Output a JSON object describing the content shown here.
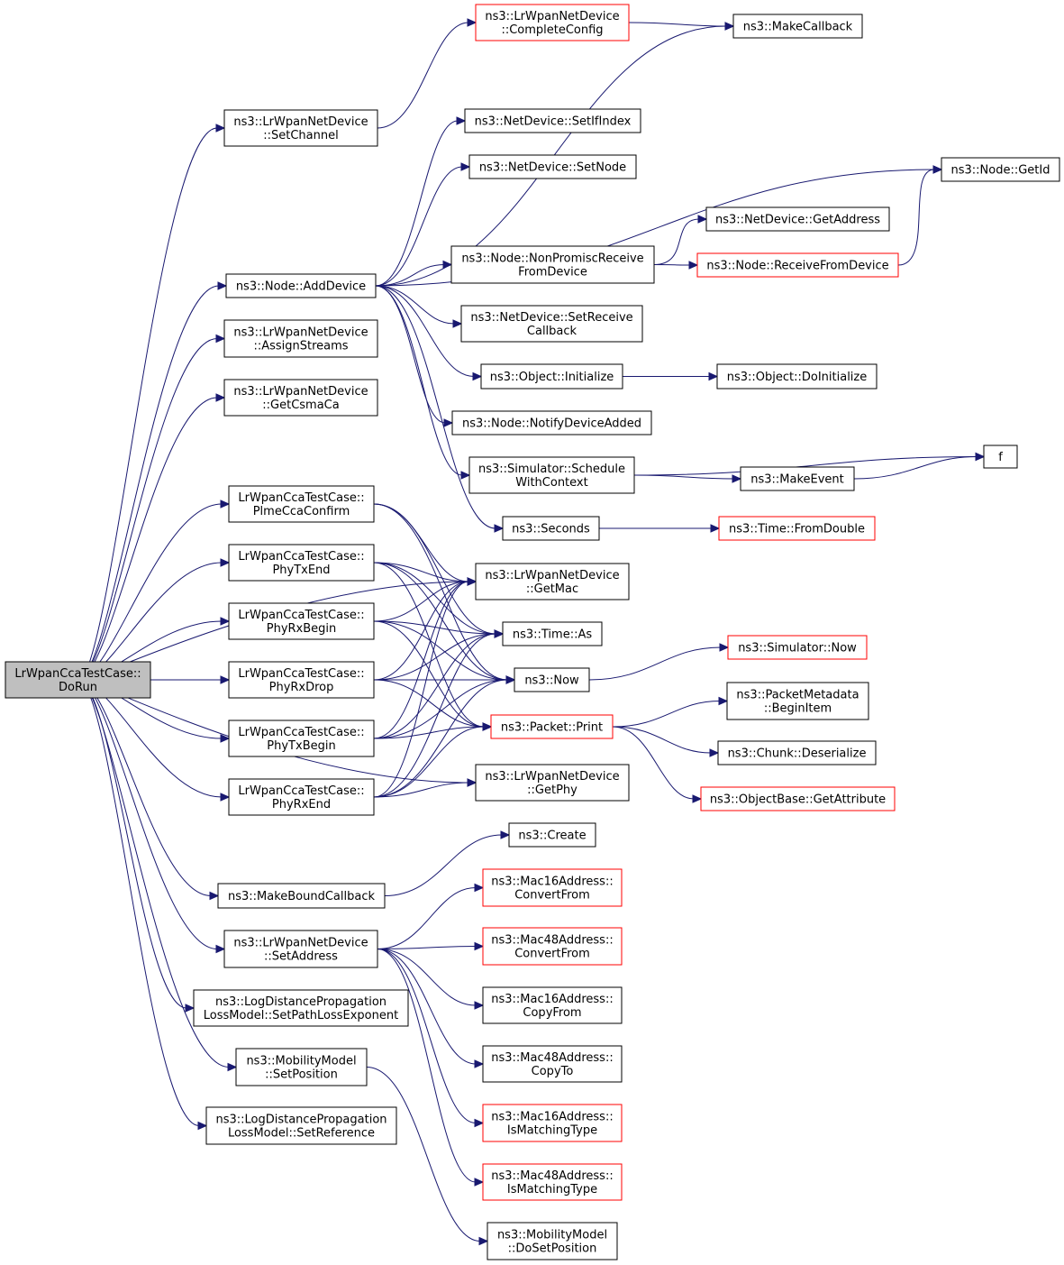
{
  "colors": {
    "edge": "#191970",
    "node_border": "#000000",
    "node_border_red": "#ff0000",
    "root_fill": "#bfbfbf",
    "background": "#ffffff"
  },
  "nodes": {
    "root": {
      "lines": [
        "LrWpanCcaTestCase::",
        "DoRun"
      ],
      "style": "root"
    },
    "setChannel": {
      "lines": [
        "ns3::LrWpanNetDevice",
        "::SetChannel"
      ],
      "style": "normal"
    },
    "completeConfig": {
      "lines": [
        "ns3::LrWpanNetDevice",
        "::CompleteConfig"
      ],
      "style": "red"
    },
    "makeCallback": {
      "lines": [
        "ns3::MakeCallback"
      ],
      "style": "normal"
    },
    "setIfIndex": {
      "lines": [
        "ns3::NetDevice::SetIfIndex"
      ],
      "style": "normal"
    },
    "setNode": {
      "lines": [
        "ns3::NetDevice::SetNode"
      ],
      "style": "normal"
    },
    "nodeGetId": {
      "lines": [
        "ns3::Node::GetId"
      ],
      "style": "normal"
    },
    "getAddress": {
      "lines": [
        "ns3::NetDevice::GetAddress"
      ],
      "style": "normal"
    },
    "nonPromisc": {
      "lines": [
        "ns3::Node::NonPromiscReceive",
        "FromDevice"
      ],
      "style": "normal"
    },
    "receiveFromDevice": {
      "lines": [
        "ns3::Node::ReceiveFromDevice"
      ],
      "style": "red"
    },
    "addDevice": {
      "lines": [
        "ns3::Node::AddDevice"
      ],
      "style": "normal"
    },
    "setReceiveCallback": {
      "lines": [
        "ns3::NetDevice::SetReceive",
        "Callback"
      ],
      "style": "normal"
    },
    "assignStreams": {
      "lines": [
        "ns3::LrWpanNetDevice",
        "::AssignStreams"
      ],
      "style": "normal"
    },
    "objInitialize": {
      "lines": [
        "ns3::Object::Initialize"
      ],
      "style": "normal"
    },
    "objDoInitialize": {
      "lines": [
        "ns3::Object::DoInitialize"
      ],
      "style": "normal"
    },
    "getCsmaCa": {
      "lines": [
        "ns3::LrWpanNetDevice",
        "::GetCsmaCa"
      ],
      "style": "normal"
    },
    "notifyDeviceAdded": {
      "lines": [
        "ns3::Node::NotifyDeviceAdded"
      ],
      "style": "normal"
    },
    "scheduleWithContext": {
      "lines": [
        "ns3::Simulator::Schedule",
        "WithContext"
      ],
      "style": "normal"
    },
    "f": {
      "lines": [
        "f"
      ],
      "style": "normal"
    },
    "makeEvent": {
      "lines": [
        "ns3::MakeEvent"
      ],
      "style": "normal"
    },
    "plmeCcaConfirm": {
      "lines": [
        "LrWpanCcaTestCase::",
        "PlmeCcaConfirm"
      ],
      "style": "normal"
    },
    "seconds": {
      "lines": [
        "ns3::Seconds"
      ],
      "style": "normal"
    },
    "fromDouble": {
      "lines": [
        "ns3::Time::FromDouble"
      ],
      "style": "red"
    },
    "phyTxEnd": {
      "lines": [
        "LrWpanCcaTestCase::",
        "PhyTxEnd"
      ],
      "style": "normal"
    },
    "getMac": {
      "lines": [
        "ns3::LrWpanNetDevice",
        "::GetMac"
      ],
      "style": "normal"
    },
    "phyRxBegin": {
      "lines": [
        "LrWpanCcaTestCase::",
        "PhyRxBegin"
      ],
      "style": "normal"
    },
    "timeAs": {
      "lines": [
        "ns3::Time::As"
      ],
      "style": "normal"
    },
    "simNow": {
      "lines": [
        "ns3::Simulator::Now"
      ],
      "style": "red"
    },
    "phyRxDrop": {
      "lines": [
        "LrWpanCcaTestCase::",
        "PhyRxDrop"
      ],
      "style": "normal"
    },
    "now": {
      "lines": [
        "ns3::Now"
      ],
      "style": "normal"
    },
    "beginItem": {
      "lines": [
        "ns3::PacketMetadata",
        "::BeginItem"
      ],
      "style": "normal"
    },
    "phyTxBegin": {
      "lines": [
        "LrWpanCcaTestCase::",
        "PhyTxBegin"
      ],
      "style": "normal"
    },
    "packetPrint": {
      "lines": [
        "ns3::Packet::Print"
      ],
      "style": "red"
    },
    "chunkDeserialize": {
      "lines": [
        "ns3::Chunk::Deserialize"
      ],
      "style": "normal"
    },
    "phyRxEnd": {
      "lines": [
        "LrWpanCcaTestCase::",
        "PhyRxEnd"
      ],
      "style": "normal"
    },
    "getPhy": {
      "lines": [
        "ns3::LrWpanNetDevice",
        "::GetPhy"
      ],
      "style": "normal"
    },
    "getAttribute": {
      "lines": [
        "ns3::ObjectBase::GetAttribute"
      ],
      "style": "red"
    },
    "create": {
      "lines": [
        "ns3::Create"
      ],
      "style": "normal"
    },
    "makeBoundCallback": {
      "lines": [
        "ns3::MakeBoundCallback"
      ],
      "style": "normal"
    },
    "mac16ConvertFrom": {
      "lines": [
        "ns3::Mac16Address::",
        "ConvertFrom"
      ],
      "style": "red"
    },
    "setAddress": {
      "lines": [
        "ns3::LrWpanNetDevice",
        "::SetAddress"
      ],
      "style": "normal"
    },
    "mac48ConvertFrom": {
      "lines": [
        "ns3::Mac48Address::",
        "ConvertFrom"
      ],
      "style": "red"
    },
    "mac16CopyFrom": {
      "lines": [
        "ns3::Mac16Address::",
        "CopyFrom"
      ],
      "style": "normal"
    },
    "setPathLossExponent": {
      "lines": [
        "ns3::LogDistancePropagation",
        "LossModel::SetPathLossExponent"
      ],
      "style": "normal"
    },
    "mac48CopyTo": {
      "lines": [
        "ns3::Mac48Address::",
        "CopyTo"
      ],
      "style": "normal"
    },
    "setPosition": {
      "lines": [
        "ns3::MobilityModel",
        "::SetPosition"
      ],
      "style": "normal"
    },
    "mac16IsMatching": {
      "lines": [
        "ns3::Mac16Address::",
        "IsMatchingType"
      ],
      "style": "red"
    },
    "setReference": {
      "lines": [
        "ns3::LogDistancePropagation",
        "LossModel::SetReference"
      ],
      "style": "normal"
    },
    "mac48IsMatching": {
      "lines": [
        "ns3::Mac48Address::",
        "IsMatchingType"
      ],
      "style": "red"
    },
    "doSetPosition": {
      "lines": [
        "ns3::MobilityModel",
        "::DoSetPosition"
      ],
      "style": "normal"
    }
  },
  "edges": [
    [
      "root",
      "setChannel"
    ],
    [
      "root",
      "addDevice"
    ],
    [
      "root",
      "assignStreams"
    ],
    [
      "root",
      "getCsmaCa"
    ],
    [
      "root",
      "getMac"
    ],
    [
      "root",
      "plmeCcaConfirm"
    ],
    [
      "root",
      "phyTxEnd"
    ],
    [
      "root",
      "phyRxBegin"
    ],
    [
      "root",
      "phyRxDrop"
    ],
    [
      "root",
      "phyTxBegin"
    ],
    [
      "root",
      "phyRxEnd"
    ],
    [
      "root",
      "getPhy"
    ],
    [
      "root",
      "makeBoundCallback"
    ],
    [
      "root",
      "setAddress"
    ],
    [
      "root",
      "setPathLossExponent"
    ],
    [
      "root",
      "setPosition"
    ],
    [
      "root",
      "setReference"
    ],
    [
      "setChannel",
      "completeConfig"
    ],
    [
      "completeConfig",
      "makeCallback"
    ],
    [
      "addDevice",
      "makeCallback"
    ],
    [
      "addDevice",
      "setIfIndex"
    ],
    [
      "addDevice",
      "setNode"
    ],
    [
      "addDevice",
      "nodeGetId"
    ],
    [
      "addDevice",
      "nonPromisc"
    ],
    [
      "addDevice",
      "setReceiveCallback"
    ],
    [
      "addDevice",
      "objInitialize"
    ],
    [
      "addDevice",
      "notifyDeviceAdded"
    ],
    [
      "addDevice",
      "scheduleWithContext"
    ],
    [
      "addDevice",
      "seconds"
    ],
    [
      "nonPromisc",
      "getAddress"
    ],
    [
      "nonPromisc",
      "receiveFromDevice"
    ],
    [
      "receiveFromDevice",
      "nodeGetId"
    ],
    [
      "objInitialize",
      "objDoInitialize"
    ],
    [
      "scheduleWithContext",
      "f"
    ],
    [
      "scheduleWithContext",
      "makeEvent"
    ],
    [
      "makeEvent",
      "f"
    ],
    [
      "seconds",
      "fromDouble"
    ],
    [
      "plmeCcaConfirm",
      "getMac"
    ],
    [
      "plmeCcaConfirm",
      "timeAs"
    ],
    [
      "plmeCcaConfirm",
      "now"
    ],
    [
      "phyTxEnd",
      "getMac"
    ],
    [
      "phyTxEnd",
      "timeAs"
    ],
    [
      "phyTxEnd",
      "now"
    ],
    [
      "phyTxEnd",
      "packetPrint"
    ],
    [
      "phyRxBegin",
      "getMac"
    ],
    [
      "phyRxBegin",
      "timeAs"
    ],
    [
      "phyRxBegin",
      "now"
    ],
    [
      "phyRxBegin",
      "packetPrint"
    ],
    [
      "phyRxDrop",
      "getMac"
    ],
    [
      "phyRxDrop",
      "timeAs"
    ],
    [
      "phyRxDrop",
      "now"
    ],
    [
      "phyRxDrop",
      "packetPrint"
    ],
    [
      "phyTxBegin",
      "getMac"
    ],
    [
      "phyTxBegin",
      "timeAs"
    ],
    [
      "phyTxBegin",
      "now"
    ],
    [
      "phyTxBegin",
      "packetPrint"
    ],
    [
      "phyRxEnd",
      "getMac"
    ],
    [
      "phyRxEnd",
      "timeAs"
    ],
    [
      "phyRxEnd",
      "now"
    ],
    [
      "phyRxEnd",
      "packetPrint"
    ],
    [
      "phyRxEnd",
      "getPhy"
    ],
    [
      "now",
      "simNow"
    ],
    [
      "packetPrint",
      "beginItem"
    ],
    [
      "packetPrint",
      "chunkDeserialize"
    ],
    [
      "packetPrint",
      "getAttribute"
    ],
    [
      "makeBoundCallback",
      "create"
    ],
    [
      "setAddress",
      "mac16ConvertFrom"
    ],
    [
      "setAddress",
      "mac48ConvertFrom"
    ],
    [
      "setAddress",
      "mac16CopyFrom"
    ],
    [
      "setAddress",
      "mac48CopyTo"
    ],
    [
      "setAddress",
      "mac16IsMatching"
    ],
    [
      "setAddress",
      "mac48IsMatching"
    ],
    [
      "setPosition",
      "doSetPosition"
    ]
  ]
}
